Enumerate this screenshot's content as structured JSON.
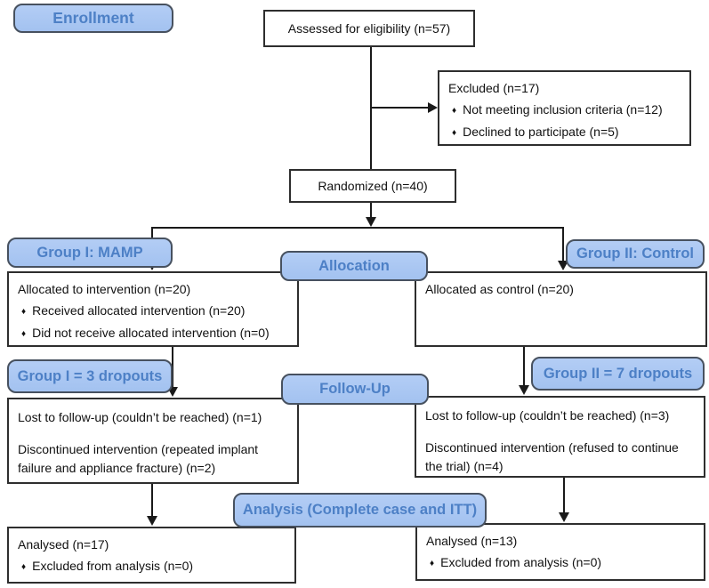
{
  "bullet_glyph": "♦",
  "colors": {
    "background": "#ffffff",
    "box_border": "#2e2e2e",
    "box_text": "#111111",
    "stage_fill": "#aac6f2",
    "stage_border": "#47515f",
    "stage_text": "#4d80c6",
    "connector": "#1a1a1a"
  },
  "stage_labels": {
    "enrollment": "Enrollment",
    "group1_allocation": "Group I: MAMP",
    "allocation": "Allocation",
    "group2_allocation": "Group II: Control",
    "group1_dropouts": "Group I = 3 dropouts",
    "followup": "Follow-Up",
    "group2_dropouts": "Group II = 7 dropouts",
    "analysis": "Analysis (Complete case and ITT)"
  },
  "boxes": {
    "assessed": {
      "title": "Assessed for eligibility (n=57)"
    },
    "excluded": {
      "title": "Excluded (n=17)",
      "bullets": [
        "Not meeting inclusion criteria (n=12)",
        "Declined to participate (n=5)"
      ]
    },
    "randomized": {
      "title": "Randomized (n=40)"
    },
    "allocated_intervention": {
      "title": "Allocated to intervention (n=20)",
      "bullets": [
        "Received allocated intervention (n=20)",
        "Did not receive allocated intervention (n=0)"
      ]
    },
    "allocated_control": {
      "title": "Allocated as control (n=20)"
    },
    "followup_group1": {
      "lines": [
        "Lost to follow-up (couldn’t be reached) (n=1)",
        "Discontinued intervention (repeated implant failure and appliance fracture) (n=2)"
      ]
    },
    "followup_group2": {
      "lines": [
        "Lost to follow-up (couldn’t be reached) (n=3)",
        "Discontinued intervention (refused to continue the trial) (n=4)"
      ]
    },
    "analysed_group1": {
      "title": "Analysed (n=17)",
      "bullets": [
        "Excluded from analysis (n=0)"
      ]
    },
    "analysed_group2": {
      "title": "Analysed (n=13)",
      "bullets": [
        "Excluded from analysis (n=0)"
      ]
    }
  }
}
